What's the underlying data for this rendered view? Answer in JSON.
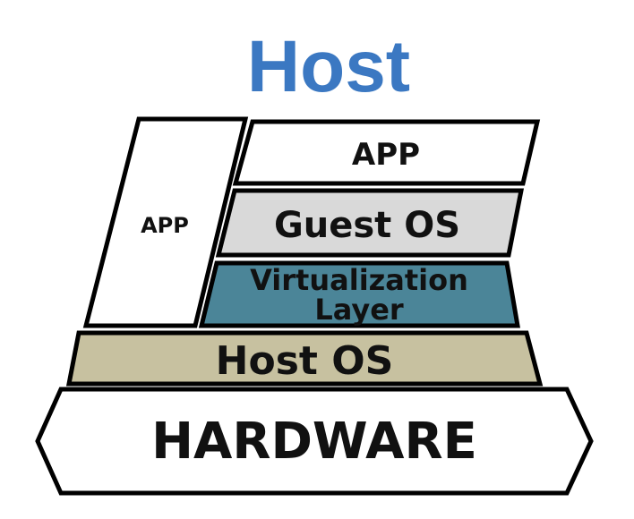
{
  "diagram": {
    "title": "Host",
    "layers": {
      "hardware": "HARDWARE",
      "host_os": "Host OS",
      "virtualization_line1": "Virtualization",
      "virtualization_line2": "Layer",
      "guest_os": "Guest OS",
      "guest_app": "APP",
      "host_app": "APP"
    }
  },
  "colors": {
    "title": "#3b78c2",
    "stroke": "#000000",
    "hardware_fill": "#ffffff",
    "host_os_fill": "#c7c1a0",
    "virtualization_fill": "#4b8598",
    "guest_os_fill": "#d9d9d9",
    "app_fill": "#ffffff",
    "text": "#111111"
  }
}
